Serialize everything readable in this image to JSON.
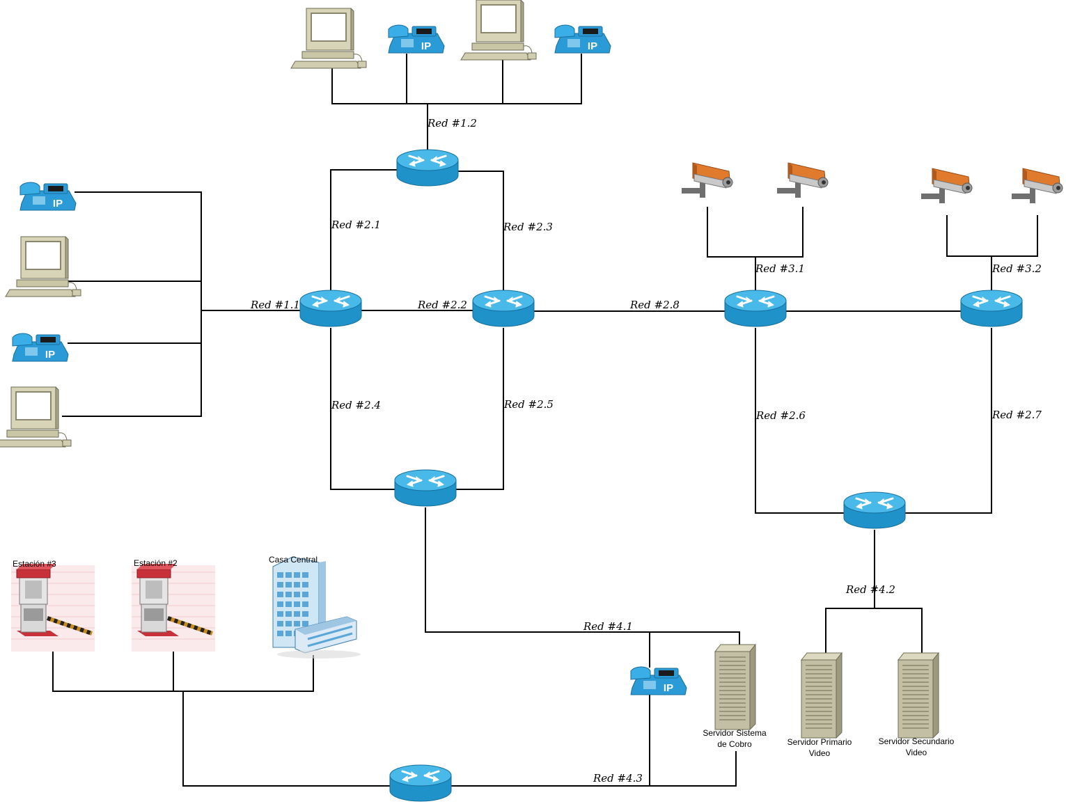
{
  "colors": {
    "router": "#1f92c9",
    "router_top": "#49b9ea",
    "phone": "#2a9bd6",
    "pc_body": "#c9c6a6",
    "camera": "#e07a2c",
    "server": "#c2bfa5",
    "booth_roof": "#c8303a",
    "building": "#5aa6d6"
  },
  "networks": {
    "r1_1": "Red #1.1",
    "r1_2": "Red #1.2",
    "r2_1": "Red #2.1",
    "r2_2": "Red #2.2",
    "r2_3": "Red #2.3",
    "r2_4": "Red #2.4",
    "r2_5": "Red #2.5",
    "r2_6": "Red #2.6",
    "r2_7": "Red #2.7",
    "r2_8": "Red #2.8",
    "r3_1": "Red #3.1",
    "r3_2": "Red #3.2",
    "r4_1": "Red #4.1",
    "r4_2": "Red #4.2",
    "r4_3": "Red #4.3"
  },
  "sites": {
    "estacion3": "Estación #3",
    "estacion2": "Estación #2",
    "casa_central": "Casa Central"
  },
  "servers": {
    "cobro_l1": "Servidor Sistema",
    "cobro_l2": "de Cobro",
    "primario_l1": "Servidor Primario",
    "primario_l2": "Video",
    "secundario_l1": "Servidor Secundario",
    "secundario_l2": "Video"
  },
  "phone_badge": "IP"
}
